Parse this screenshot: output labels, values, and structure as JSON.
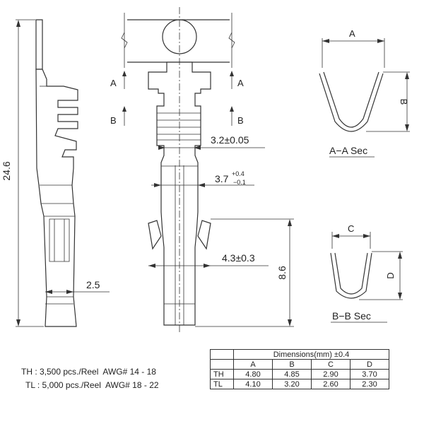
{
  "dims": {
    "total_length": "24.6",
    "bottom_length": "8.6",
    "tip_width": "2.5",
    "w1": "3.2±0.05",
    "w2_base": "3.7",
    "w2_plus": "+0.4",
    "w2_minus": "−0.1",
    "w3": "4.3±0.3"
  },
  "section_markers": {
    "a": "A",
    "b": "B",
    "c": "C",
    "d": "D"
  },
  "sections": {
    "aa_title": "A−A  Sec",
    "bb_title": "B−B  Sec"
  },
  "table": {
    "title": "Dimensions(mm) ±0.4",
    "columns": [
      "A",
      "B",
      "C",
      "D"
    ],
    "rows": [
      {
        "label": "TH",
        "values": [
          "4.80",
          "4.85",
          "2.90",
          "3.70"
        ]
      },
      {
        "label": "TL",
        "values": [
          "4.10",
          "3.20",
          "2.60",
          "2.30"
        ]
      }
    ]
  },
  "packaging": [
    {
      "label": "TH : 3,500 pcs./Reel  AWG# 14 - 18"
    },
    {
      "label": "TL : 5,000 pcs./Reel  AWG# 18 - 22"
    }
  ]
}
